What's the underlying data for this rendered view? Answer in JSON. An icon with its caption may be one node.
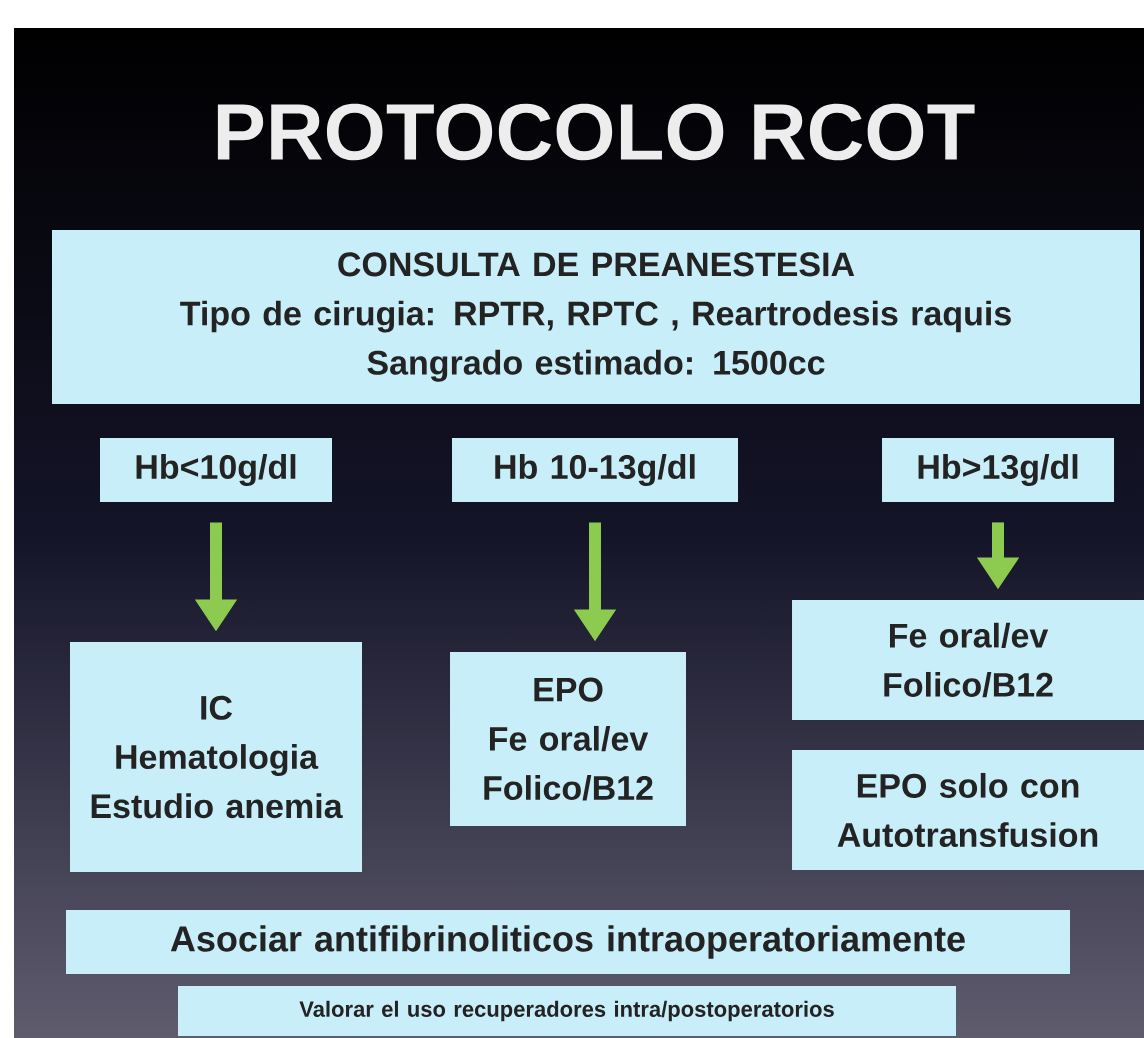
{
  "diagram": {
    "title": "PROTOCOLO RCOT",
    "nodes": [
      {
        "text": [
          "CONSULTA DE PREANESTESIA",
          "Tipo de cirugia: RPTR, RPTC , Reartrodesis raquis",
          "Sangrado estimado: 1500cc"
        ]
      },
      {
        "text": [
          "Hb<10g/dl"
        ]
      },
      {
        "text": [
          "Hb 10-13g/dl"
        ]
      },
      {
        "text": [
          "Hb>13g/dl"
        ]
      },
      {
        "text": [
          "IC",
          "Hematologia",
          "Estudio anemia"
        ]
      },
      {
        "text": [
          "EPO",
          "Fe oral/ev",
          "Folico/B12"
        ]
      },
      {
        "text": [
          "Fe oral/ev",
          "Folico/B12"
        ]
      },
      {
        "text": [
          "EPO solo con Autotransfusion"
        ]
      },
      {
        "text": [
          "Asociar antifibrinoliticos intraoperatoriamente"
        ]
      },
      {
        "text": [
          "Valorar el uso recuperadores intra/postoperatorios"
        ]
      }
    ],
    "edges": [
      {
        "from": 1,
        "to": 4,
        "arrow": "to"
      },
      {
        "from": 2,
        "to": 5,
        "arrow": "to"
      },
      {
        "from": 3,
        "to": 6,
        "arrow": "to"
      }
    ]
  }
}
